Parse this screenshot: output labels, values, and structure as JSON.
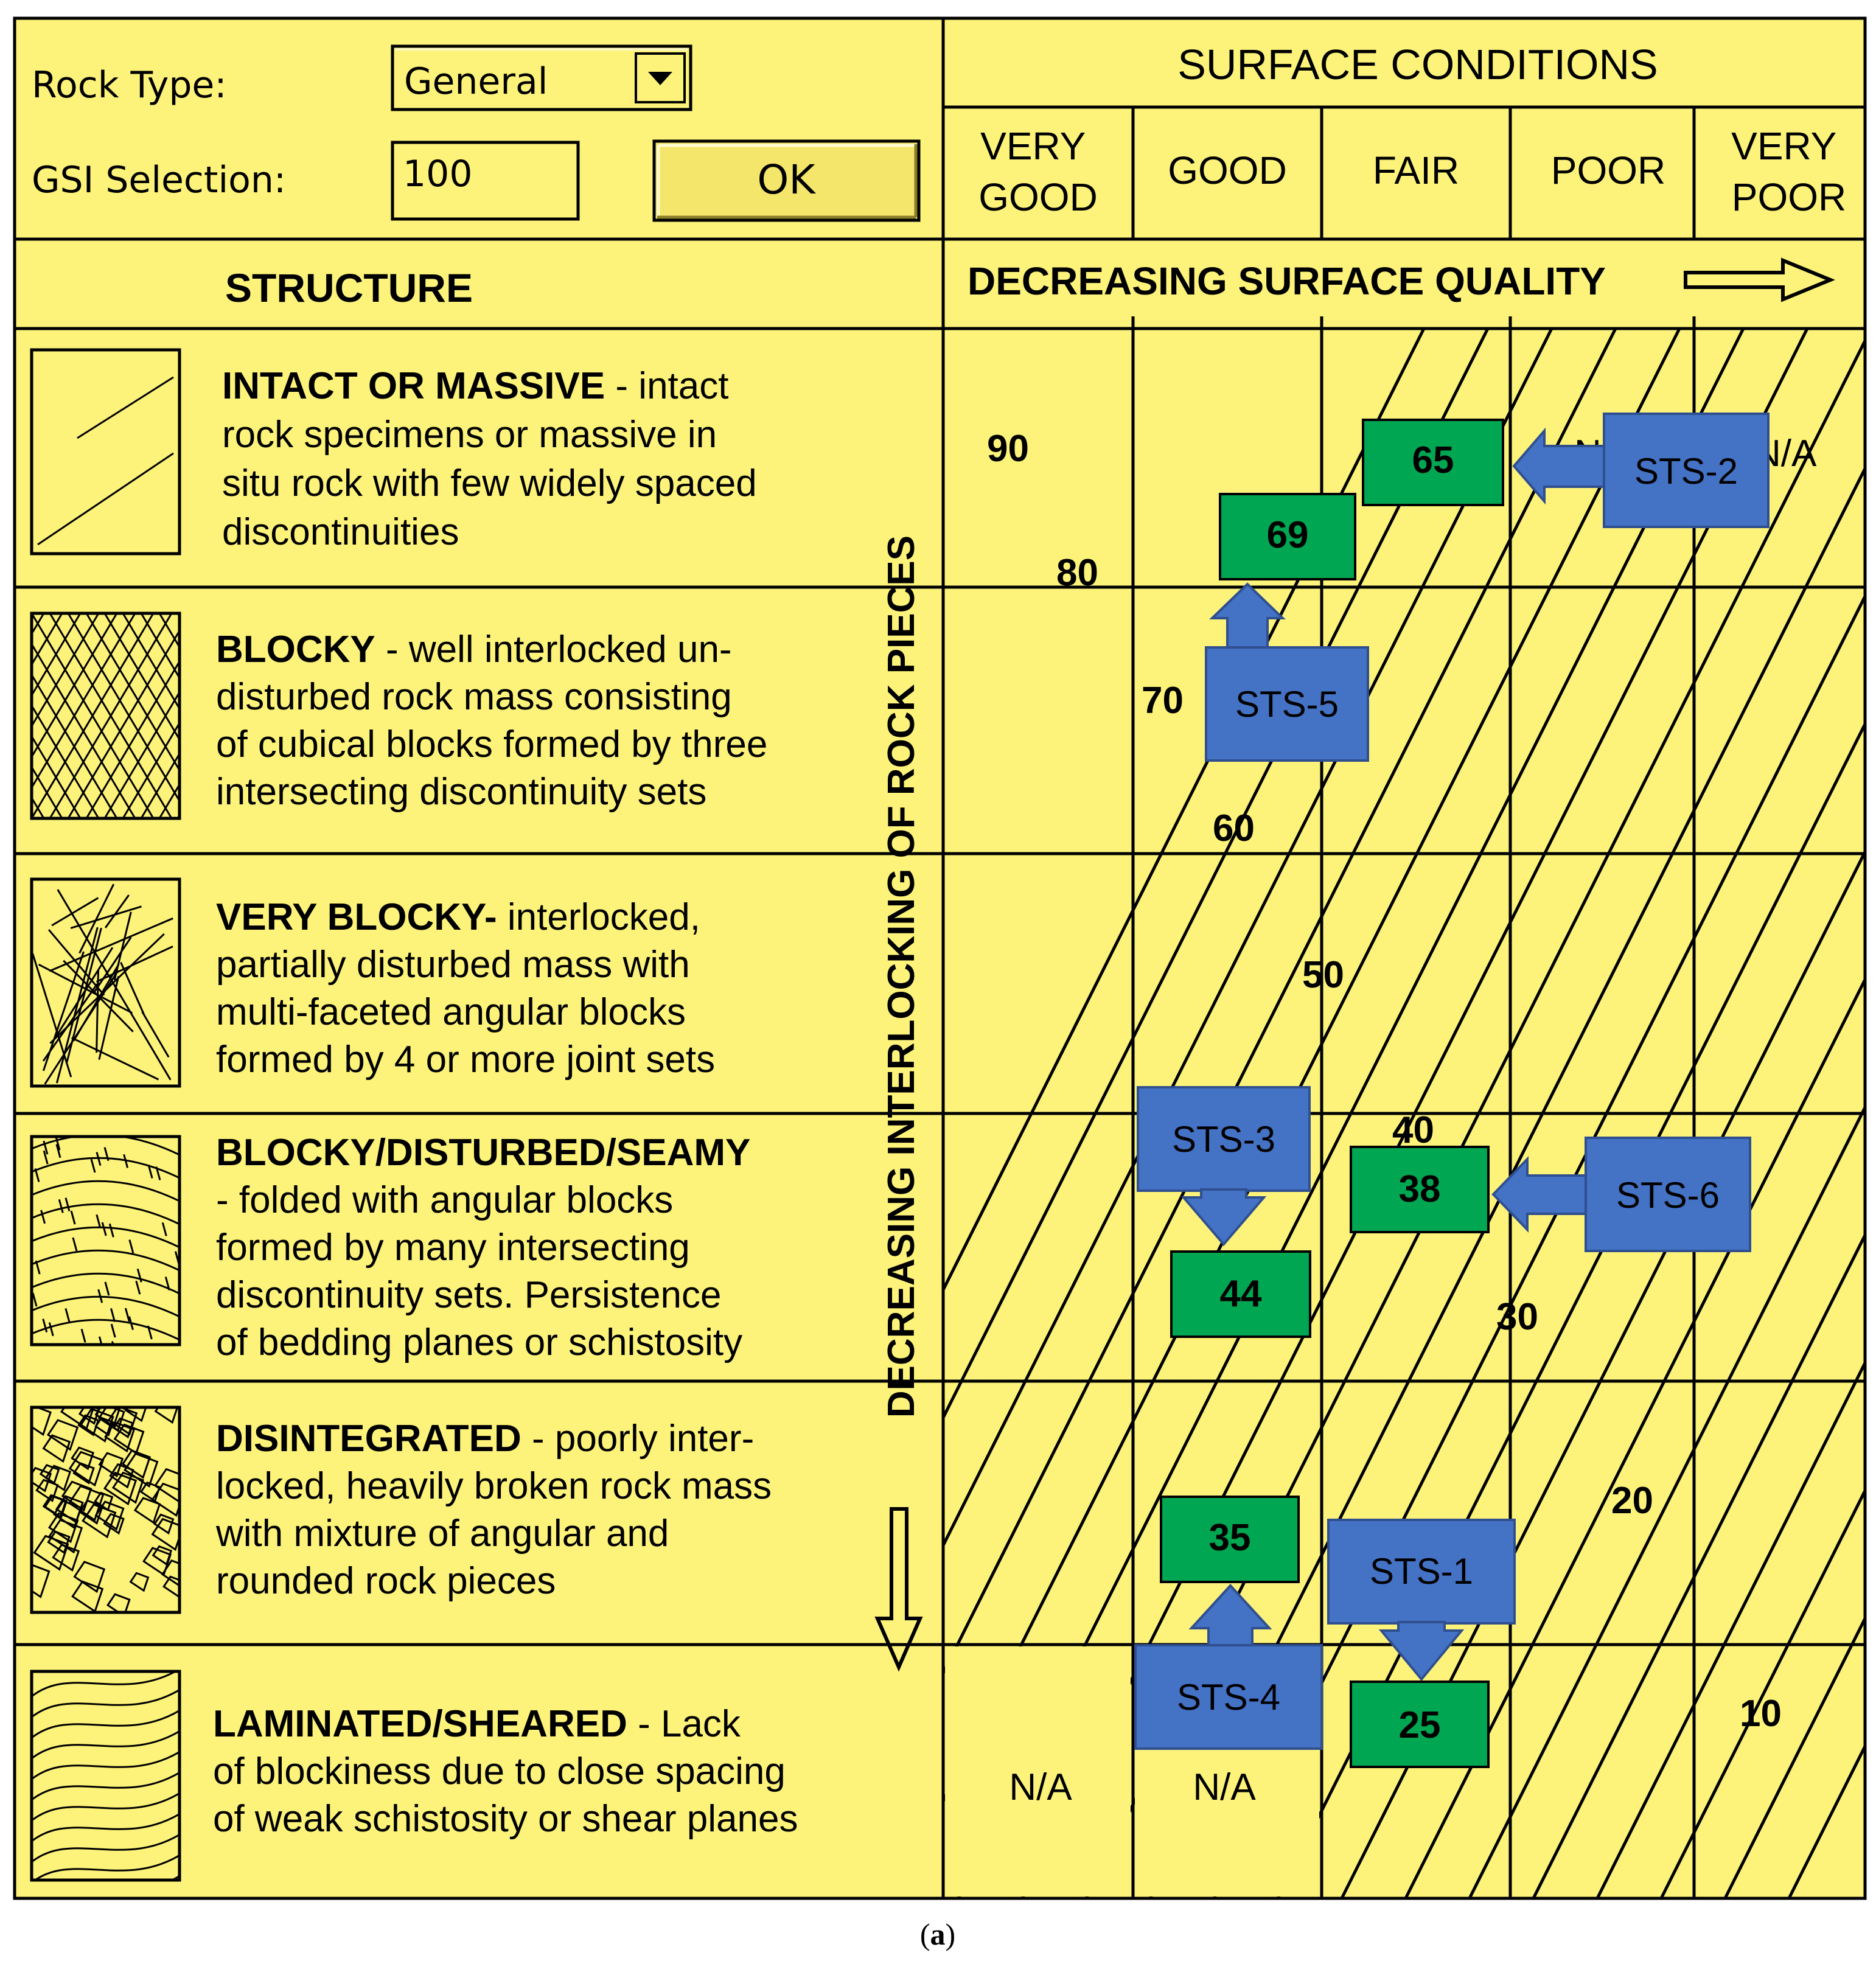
{
  "controls": {
    "rock_type_label": "Rock Type:",
    "rock_type_value": "General",
    "gsi_label": "GSI Selection:",
    "gsi_value": "100",
    "ok_label": "OK"
  },
  "header": {
    "surface_title": "SURFACE CONDITIONS",
    "columns": [
      {
        "lines": [
          "VERY",
          "GOOD"
        ]
      },
      {
        "lines": [
          "GOOD"
        ]
      },
      {
        "lines": [
          "FAIR"
        ]
      },
      {
        "lines": [
          "POOR"
        ]
      },
      {
        "lines": [
          "VERY",
          "POOR"
        ]
      }
    ],
    "structure_title": "STRUCTURE",
    "decreasing_surface": "DECREASING SURFACE QUALITY",
    "decreasing_interlocking": "DECREASING INTERLOCKING OF ROCK PIECES"
  },
  "structures": [
    {
      "bold": "INTACT OR MASSIVE",
      "lines": [
        "INTACT OR MASSIVE - intact",
        "rock specimens or massive in",
        "situ rock with few widely spaced",
        "discontinuities"
      ],
      "icon": "intact-icon"
    },
    {
      "bold": "BLOCKY",
      "lines": [
        "BLOCKY - well interlocked un-",
        "disturbed rock mass consisting",
        "of cubical blocks formed by three",
        "intersecting discontinuity sets"
      ],
      "icon": "blocky-icon"
    },
    {
      "bold": "VERY BLOCKY-",
      "lines": [
        "VERY BLOCKY- interlocked,",
        "partially disturbed mass with",
        "multi-faceted angular blocks",
        "formed by 4 or more joint sets"
      ],
      "icon": "very-blocky-icon"
    },
    {
      "bold": "BLOCKY/DISTURBED/SEAMY",
      "lines": [
        "BLOCKY/DISTURBED/SEAMY",
        " - folded with angular blocks",
        "formed by many intersecting",
        "discontinuity sets. Persistence",
        "of bedding planes or schistosity"
      ],
      "icon": "seamy-icon"
    },
    {
      "bold": "DISINTEGRATED",
      "lines": [
        "DISINTEGRATED - poorly inter-",
        "locked, heavily broken rock mass",
        "with mixture of angular and",
        "rounded rock pieces"
      ],
      "icon": "disintegrated-icon"
    },
    {
      "bold": "LAMINATED/SHEARED",
      "lines": [
        "LAMINATED/SHEARED - Lack",
        "of blockiness due to close spacing",
        "of weak schistosity or shear planes"
      ],
      "icon": "laminated-icon"
    }
  ],
  "contour_labels": [
    "90",
    "80",
    "70",
    "60",
    "50",
    "40",
    "30",
    "20",
    "10"
  ],
  "na_labels": [
    "N/A",
    "N/A",
    "N/A",
    "N/A"
  ],
  "gsi_values": [
    "65",
    "69",
    "38",
    "44",
    "35",
    "25"
  ],
  "stations": [
    "STS-2",
    "STS-5",
    "STS-3",
    "STS-6",
    "STS-1",
    "STS-4"
  ],
  "colors": {
    "background": "#fdf37a",
    "green_box": "#00a651",
    "blue_box": "#4472c4",
    "line": "#000000"
  },
  "caption_letter": "a"
}
